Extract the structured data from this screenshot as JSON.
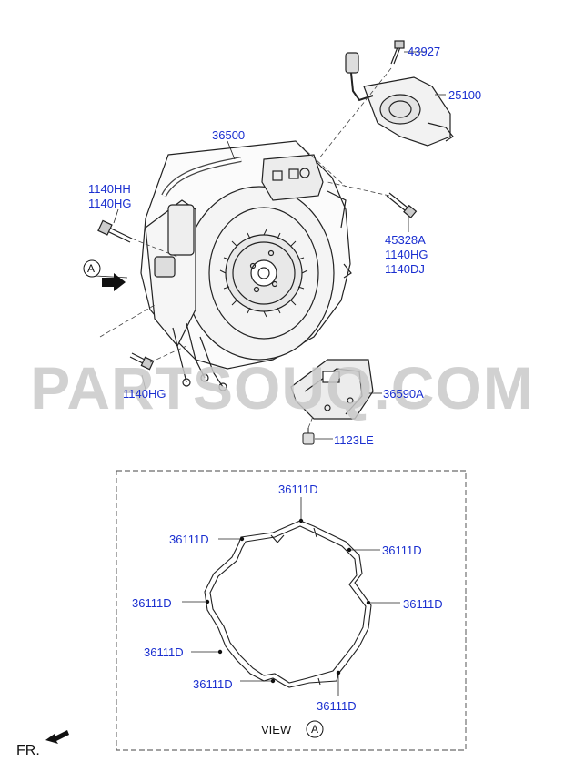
{
  "watermark": "PARTSOUQ.COM",
  "view_label": "VIEW",
  "view_marker": "A",
  "arrow_marker": "A",
  "front_label": "FR.",
  "parts": {
    "p43927": "43927",
    "p25100": "25100",
    "p36500": "36500",
    "p1140hh": "1140HH",
    "p1140hg_top": "1140HG",
    "p45328a": "45328A",
    "p1140hg_right": "1140HG",
    "p1140dj": "1140DJ",
    "p1140hg_bottom": "1140HG",
    "p36590a": "36590A",
    "p1123le": "1123LE"
  },
  "gasket_parts": [
    "36111D",
    "36111D",
    "36111D",
    "36111D",
    "36111D",
    "36111D",
    "36111D",
    "36111D"
  ],
  "colors": {
    "label": "#1a2fd0",
    "line": "#111111",
    "watermark": "#c9c9c9"
  }
}
